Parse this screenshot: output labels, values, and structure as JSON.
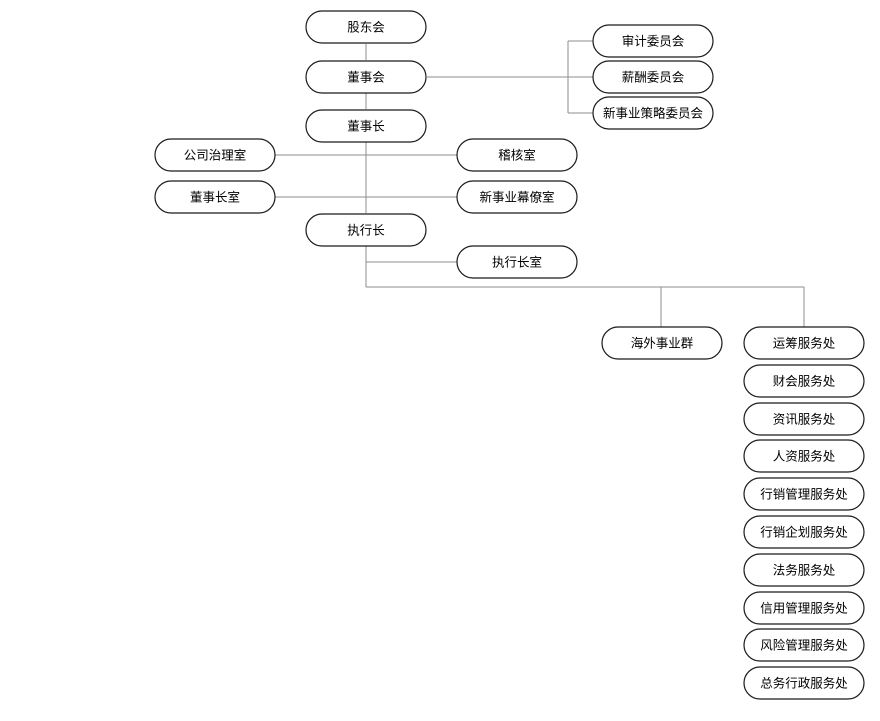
{
  "nodes": {
    "shareholders": "股东会",
    "board": "董事会",
    "chairman": "董事长",
    "audit_committee": "审计委员会",
    "compensation_committee": "薪酬委员会",
    "new_business_committee": "新事业策略委员会",
    "governance_office": "公司治理室",
    "audit_office": "稽核室",
    "chairman_office": "董事长室",
    "new_business_staff_office": "新事业幕僚室",
    "ceo": "执行长",
    "ceo_office": "执行长室",
    "overseas_group": "海外事业群",
    "service_units": [
      "运筹服务处",
      "财会服务处",
      "资讯服务处",
      "人资服务处",
      "行销管理服务处",
      "行销企划服务处",
      "法务服务处",
      "信用管理服务处",
      "风险管理服务处",
      "总务行政服务处"
    ]
  }
}
